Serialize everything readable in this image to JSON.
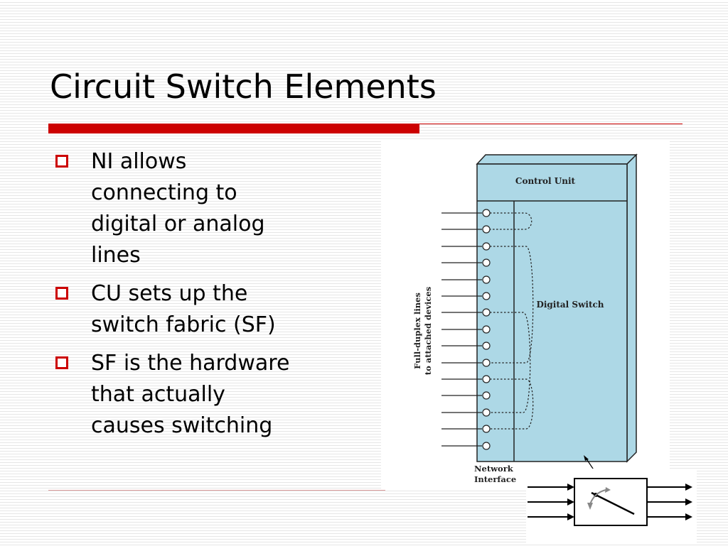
{
  "slide": {
    "title": "Circuit Switch Elements",
    "accent_color": "#cc0000"
  },
  "bullets": [
    {
      "text": "NI allows\nconnecting to\ndigital or analog\nlines"
    },
    {
      "text": "CU sets up the\nswitch fabric (SF)"
    },
    {
      "text": "SF is the hardware\nthat actually\ncauses switching"
    }
  ],
  "diagram": {
    "control_unit_label": "Control Unit",
    "digital_switch_label": "Digital Switch",
    "lines_label_line1": "Full-duplex lines",
    "lines_label_line2": "to attached devices",
    "network_interface_line1": "Network",
    "network_interface_line2": "Interface",
    "box_color": "#add8e6"
  }
}
